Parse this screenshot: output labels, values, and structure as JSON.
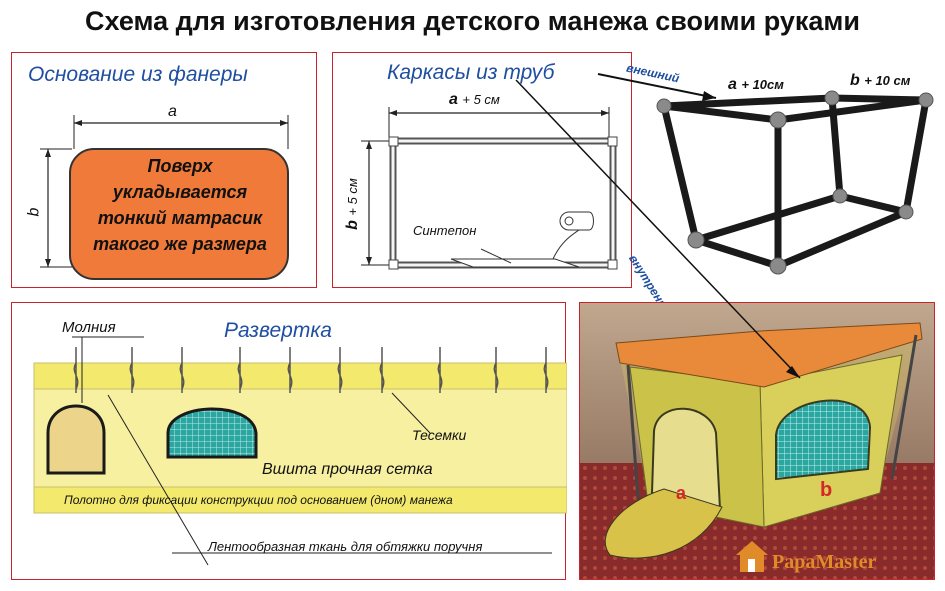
{
  "title": "Схема для изготовления детского манежа своими руками",
  "base": {
    "title": "Основание из фанеры",
    "dim_a": "a",
    "dim_b": "b",
    "note": [
      "Поверх",
      "укладывается",
      "тонкий матрасик",
      "такого же размера"
    ],
    "fill_color": "#f07a3a"
  },
  "frames": {
    "title": "Каркасы из труб",
    "dim_a": "a",
    "dim_a_suffix": "+ 5 см",
    "dim_b": "b",
    "dim_b_suffix": "+ 5 см",
    "filler_label": "Синтепон"
  },
  "outer_frame": {
    "external_label": "внешний",
    "internal_label": "внутренний",
    "dim_a": "a",
    "dim_a_suffix": "+ 10см",
    "dim_b": "b",
    "dim_b_suffix": "+ 10 см"
  },
  "unfold": {
    "title": "Развертка",
    "zipper_label": "Молния",
    "ties_label": "Тесемки",
    "mesh_label": "Вшита прочная сетка",
    "bottom_strip_label": "Полотно для фиксации конструкции под основанием (дном) манежа",
    "ribbon_label": "Лентообразная ткань для обтяжки поручня",
    "fabric_color": "#f7f0a0",
    "mesh_color": "#2aa7a0"
  },
  "photo": {
    "label_a": "a",
    "label_b": "b",
    "watermark_part1": "Papa",
    "watermark_part2": "Master"
  }
}
